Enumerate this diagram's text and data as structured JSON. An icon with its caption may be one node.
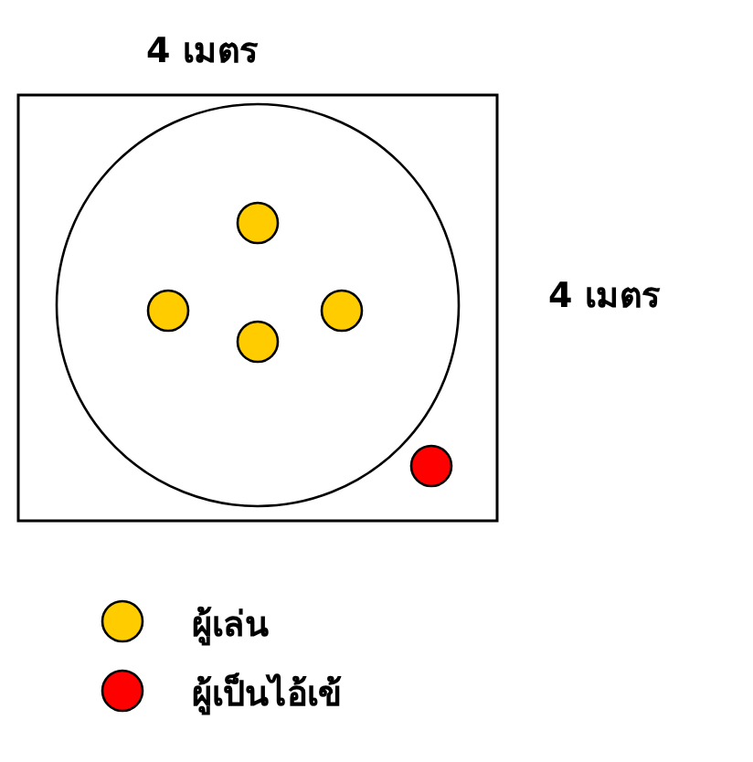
{
  "diagram": {
    "labels": [
      "4 เมตร",
      "4 เมตร"
    ],
    "legend": [
      {
        "text": "ผู้เล่น",
        "color": "#ffcc00"
      },
      {
        "text": "ผู้เป็นไอ้เข้",
        "color": "#ff0000"
      }
    ]
  }
}
